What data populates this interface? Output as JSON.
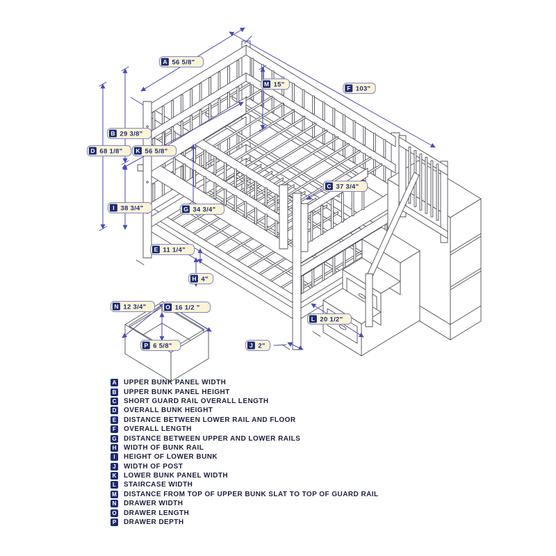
{
  "drawing": {
    "dimension_labels": [
      {
        "letter": "A",
        "value": "56 5/8\""
      },
      {
        "letter": "B",
        "value": "29 3/8\""
      },
      {
        "letter": "C",
        "value": "37 3/4\""
      },
      {
        "letter": "D",
        "value": "68 1/8\""
      },
      {
        "letter": "E",
        "value": "11 1/4\""
      },
      {
        "letter": "F",
        "value": "103\""
      },
      {
        "letter": "G",
        "value": "34 3/4\""
      },
      {
        "letter": "H",
        "value": "4\""
      },
      {
        "letter": "I",
        "value": "38 3/4\""
      },
      {
        "letter": "J",
        "value": "2\""
      },
      {
        "letter": "K",
        "value": "56 5/8\""
      },
      {
        "letter": "L",
        "value": "20 1/2\""
      },
      {
        "letter": "M",
        "value": "15\""
      },
      {
        "letter": "N",
        "value": "12 3/4\""
      },
      {
        "letter": "O",
        "value": "16 1/2 \""
      },
      {
        "letter": "P",
        "value": "6 5/8\""
      }
    ]
  },
  "legend": {
    "items": [
      {
        "letter": "A",
        "text": "UPPER BUNK PANEL WIDTH"
      },
      {
        "letter": "B",
        "text": "UPPER BUNK PANEL HEIGHT"
      },
      {
        "letter": "C",
        "text": "SHORT GUARD RAIL OVERALL LENGTH"
      },
      {
        "letter": "D",
        "text": "OVERALL BUNK HEIGHT"
      },
      {
        "letter": "E",
        "text": "DISTANCE BETWEEN LOWER RAIL AND FLOOR"
      },
      {
        "letter": "F",
        "text": "OVERALL LENGTH"
      },
      {
        "letter": "G",
        "text": "DISTANCE BETWEEN UPPER AND LOWER RAILS"
      },
      {
        "letter": "H",
        "text": "WIDTH OF BUNK RAIL"
      },
      {
        "letter": "I",
        "text": "HEIGHT OF LOWER BUNK"
      },
      {
        "letter": "J",
        "text": "WIDTH OF POST"
      },
      {
        "letter": "K",
        "text": "LOWER BUNK PANEL WIDTH"
      },
      {
        "letter": "L",
        "text": "STAIRCASE WIDTH"
      },
      {
        "letter": "M",
        "text": "DISTANCE FROM TOP OF UPPER BUNK SLAT TO TOP OF GUARD RAIL"
      },
      {
        "letter": "N",
        "text": "DRAWER WIDTH"
      },
      {
        "letter": "O",
        "text": "DRAWER LENGTH"
      },
      {
        "letter": "P",
        "text": "DRAWER DEPTH"
      }
    ]
  },
  "colors": {
    "drawing_line": "#4C4C54",
    "dimension_line": "#4A4AB5",
    "label_fill": "#FAF4D6",
    "label_border": "#8383C4",
    "letter_box": "#1C2B6E",
    "letter_text": "#FFFFFF",
    "value_text": "#232E7A",
    "legend_text": "#1E1E3F"
  }
}
